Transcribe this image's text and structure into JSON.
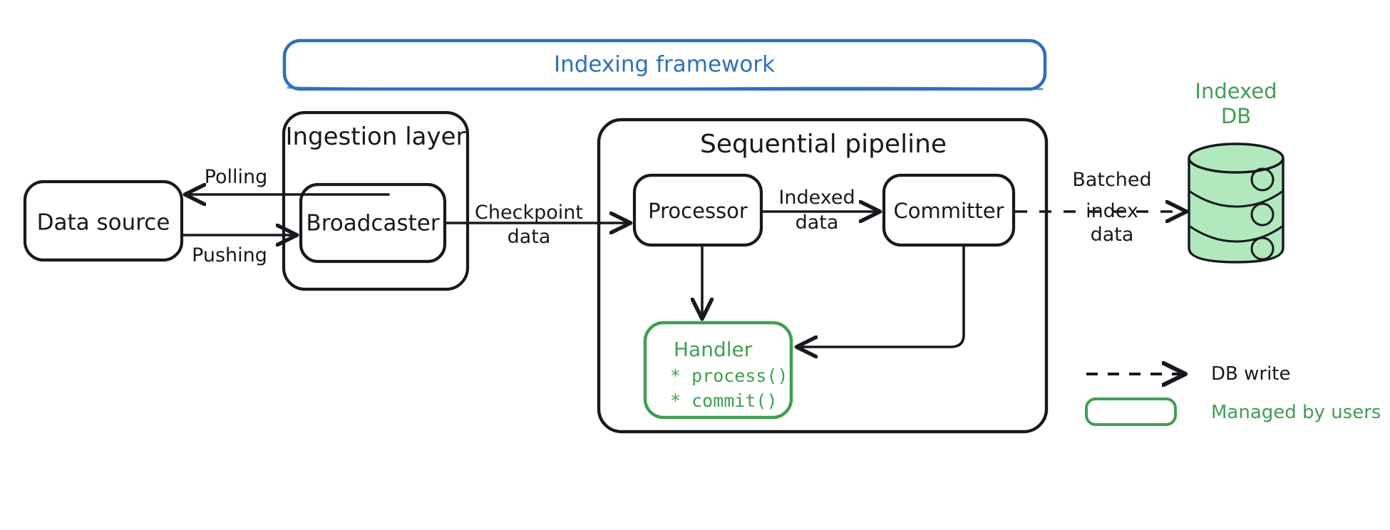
{
  "diagram": {
    "title": "Indexing framework",
    "framework_box_label": "Indexing framework",
    "containers": [
      {
        "id": "ingestion-layer",
        "label": "Ingestion layer"
      },
      {
        "id": "sequential-pipeline",
        "label": "Sequential pipeline"
      }
    ],
    "nodes": {
      "data_source": "Data source",
      "broadcaster": "Broadcaster",
      "processor": "Processor",
      "committer": "Committer",
      "handler_title": "Handler",
      "handler_methods": [
        "* process()",
        "* commit()"
      ],
      "indexed_db": "Indexed\nDB",
      "indexed_db_line1": "Indexed",
      "indexed_db_line2": "DB"
    },
    "edges": {
      "polling": "Polling",
      "pushing": "Pushing",
      "checkpoint_data_line1": "Checkpoint",
      "checkpoint_data_line2": "data",
      "indexed_data_line1": "Indexed",
      "indexed_data_line2": "data",
      "batched_index_data_line1": "Batched",
      "batched_index_data_line2": "index",
      "batched_index_data_line3": "data"
    },
    "legend": [
      {
        "id": "db-write",
        "symbol": "dashed-arrow-icon",
        "label": "DB write"
      },
      {
        "id": "managed-by-users",
        "symbol": "green-rounded-box-icon",
        "label": "Managed by users"
      }
    ],
    "colors": {
      "stroke": "#16191d",
      "framework_blue": "#2f6fbd",
      "green": "#3f9f52",
      "db_fill": "#b2e8bd",
      "background": "#ffffff"
    }
  }
}
